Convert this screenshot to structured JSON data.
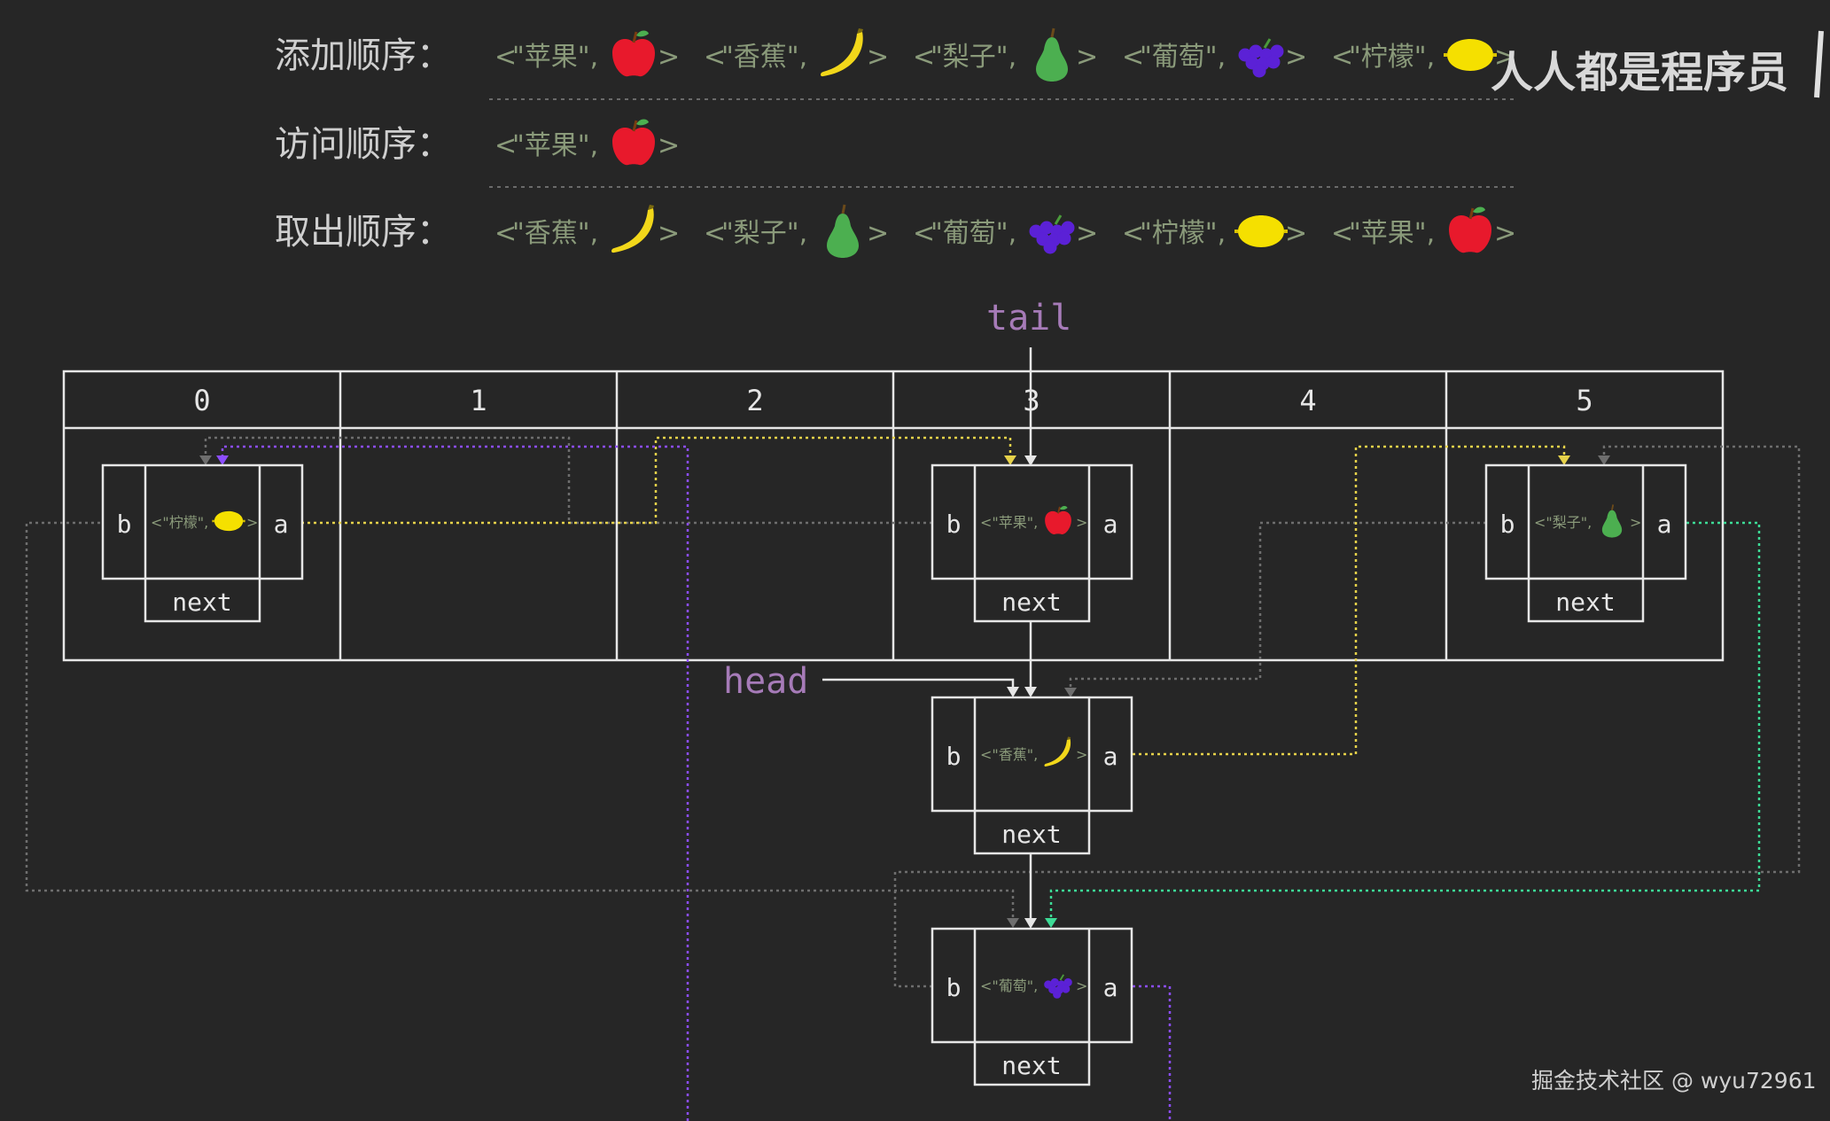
{
  "rows": [
    {
      "label": "添加顺序：",
      "items": [
        {
          "name": "\"苹果\"",
          "fruit": "apple"
        },
        {
          "name": "\"香蕉\"",
          "fruit": "banana"
        },
        {
          "name": "\"梨子\"",
          "fruit": "pear"
        },
        {
          "name": "\"葡萄\"",
          "fruit": "grape"
        },
        {
          "name": "\"柠檬\"",
          "fruit": "lemon"
        }
      ]
    },
    {
      "label": "访问顺序：",
      "items": [
        {
          "name": "\"苹果\"",
          "fruit": "apple"
        }
      ]
    },
    {
      "label": "取出顺序：",
      "items": [
        {
          "name": "\"香蕉\"",
          "fruit": "banana"
        },
        {
          "name": "\"梨子\"",
          "fruit": "pear"
        },
        {
          "name": "\"葡萄\"",
          "fruit": "grape"
        },
        {
          "name": "\"柠檬\"",
          "fruit": "lemon"
        },
        {
          "name": "\"苹果\"",
          "fruit": "apple"
        }
      ]
    }
  ],
  "brand": "人人都是程序员",
  "watermark": "掘金技术社区 @ wyu72961",
  "pointers": {
    "tail": "tail",
    "head": "head"
  },
  "buckets": [
    "0",
    "1",
    "2",
    "3",
    "4",
    "5"
  ],
  "node_labels": {
    "before": "b",
    "after": "a",
    "next": "next"
  },
  "nodes": [
    {
      "id": "lemon",
      "name": "\"柠檬\"",
      "fruit": "lemon"
    },
    {
      "id": "apple",
      "name": "\"苹果\"",
      "fruit": "apple"
    },
    {
      "id": "pear",
      "name": "\"梨子\"",
      "fruit": "pear"
    },
    {
      "id": "banana",
      "name": "\"香蕉\"",
      "fruit": "banana"
    },
    {
      "id": "grape",
      "name": "\"葡萄\"",
      "fruit": "grape"
    }
  ],
  "colors": {
    "background": "#262626",
    "line": "#e6e6e6",
    "label_text": "#cfcfcf",
    "entry_text": "#8a9a7a",
    "pointer_text": "#a67bb8",
    "apple": "#e8192c",
    "banana": "#f2d71a",
    "pear": "#4caf50",
    "grape": "#5b21d6",
    "lemon": "#f5e000",
    "link_yellow": "#e6d24a",
    "link_purple": "#8c4dff",
    "link_green": "#3ddc97",
    "link_gray": "#6e6e6e"
  }
}
